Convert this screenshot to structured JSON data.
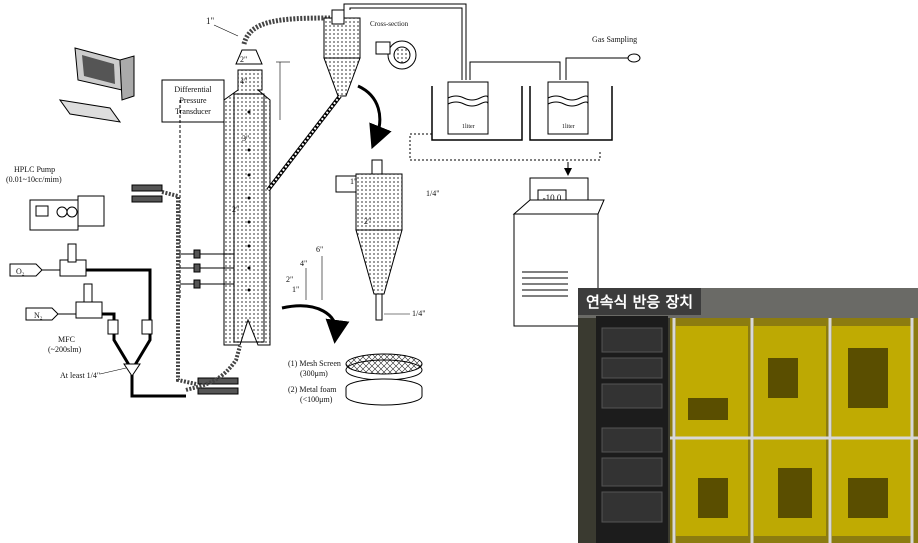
{
  "labels": {
    "in1": "1\"",
    "cross_section": "Cross-section",
    "gas_sampling": "Gas Sampling",
    "dpt": [
      "Differential",
      "Pressure",
      "Transducer"
    ],
    "dim_2in_top": "2\"",
    "dim_4in_top": "4\"",
    "dim_3in": "3\"",
    "dim_2in_mid": "2\"",
    "hplc": [
      "HPLC Pump",
      "(0.01~10cc/mim)"
    ],
    "o2": "O₂",
    "n2": "N₂",
    "mfc": [
      "MFC",
      "(~200slm)"
    ],
    "at_least": "At least 1/4\"",
    "dim_6in": "6\"",
    "dim_4in_side": "4\"",
    "dim_2in_side": "2\"",
    "dim_1in_side": "1\"",
    "cyc_1in": "1\"",
    "cyc_quarter_top": "1/4\"",
    "cyc_2in": "2\"",
    "cyc_quarter_bottom": "1/4\"",
    "mesh": [
      "(1) Mesh Screen",
      "(300μm)"
    ],
    "foam": [
      "(2) Metal foam",
      "(<100μm)"
    ],
    "chiller_display": "-10.0",
    "bottle_label": "1liter"
  },
  "photo": {
    "title": "연속식 반응 장치"
  },
  "colors": {
    "photo_cabinet": "#c9b400",
    "photo_rack": "#1c1c1c"
  }
}
